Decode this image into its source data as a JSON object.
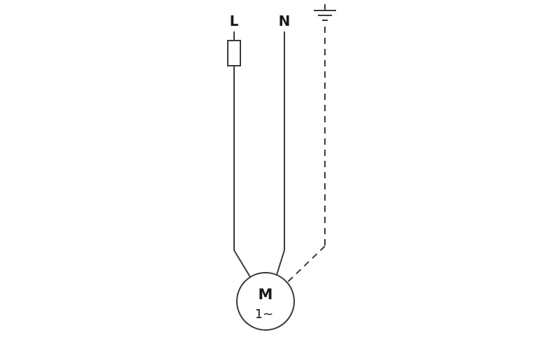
{
  "diagram": {
    "labels": {
      "line": "L",
      "neutral": "N",
      "motor": "M",
      "motor_phase": "1∼"
    },
    "colors": {
      "stroke": "#3a3a3a",
      "background": "#ffffff"
    }
  }
}
